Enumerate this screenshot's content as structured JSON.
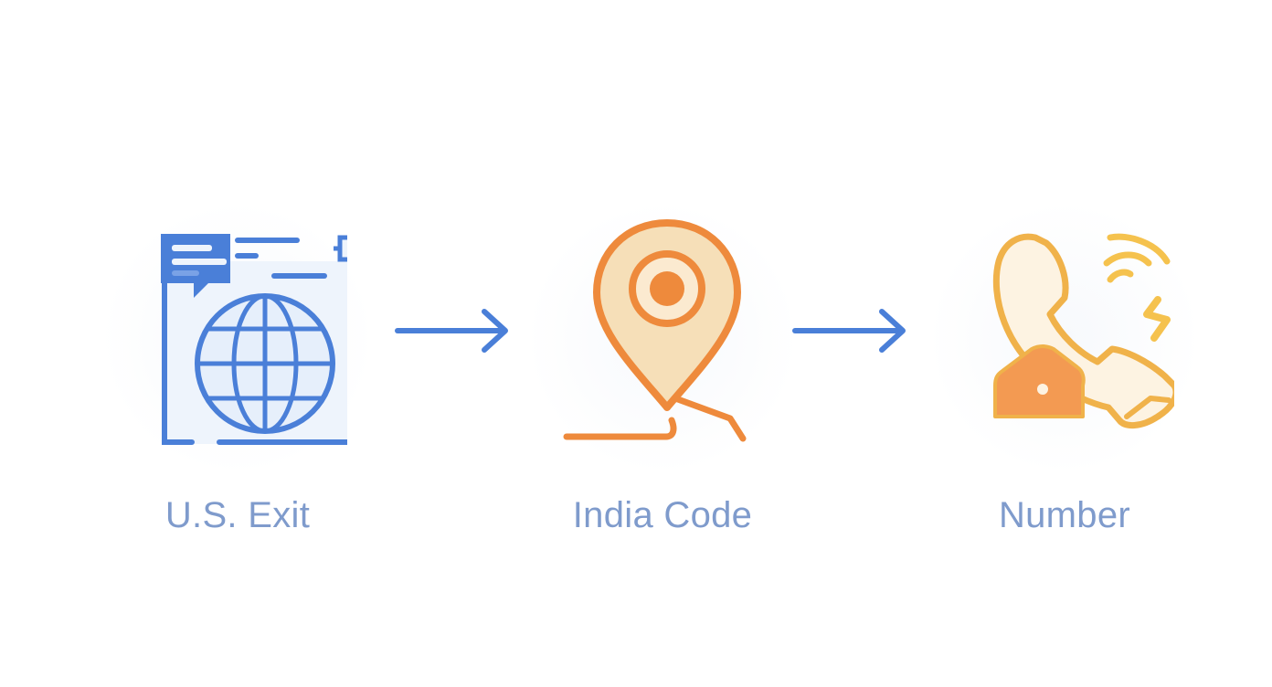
{
  "steps": [
    {
      "label": "U.S. Exit",
      "icon": "globe-browser-icon",
      "color": "#4a7fd8"
    },
    {
      "label": "India Code",
      "icon": "location-pin-icon",
      "color": "#ee8a3c"
    },
    {
      "label": "Number",
      "icon": "phone-handset-icon",
      "color": "#f0b24a"
    }
  ],
  "colors": {
    "arrow": "#4a7fd8",
    "label": "#7f9bcc",
    "blue": "#4a7fd8",
    "orange": "#ee8a3c",
    "yellow": "#f0b24a"
  }
}
